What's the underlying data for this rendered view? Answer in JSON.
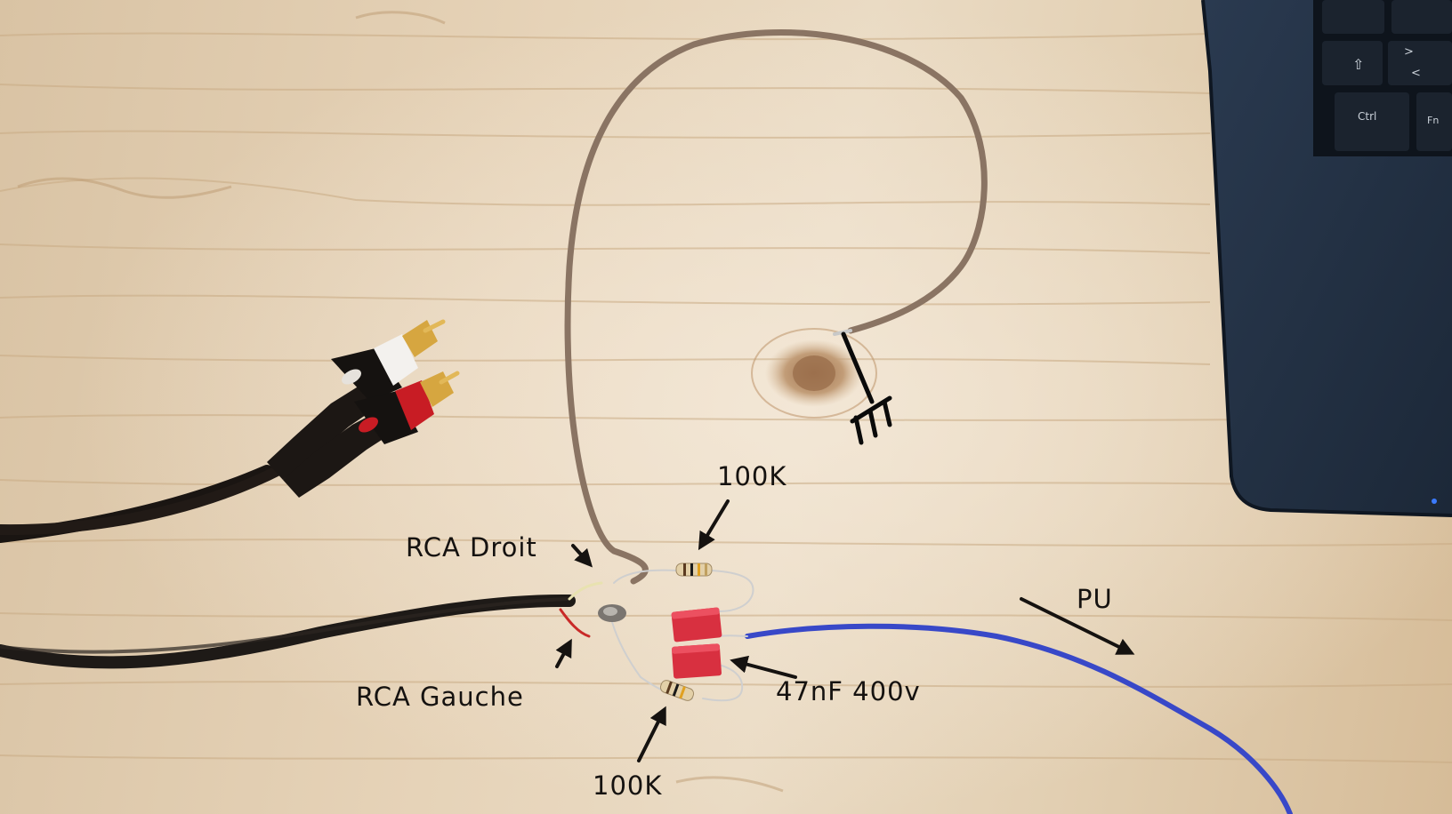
{
  "annotations": {
    "rca_droit": "RCA Droit",
    "rca_gauche": "RCA Gauche",
    "resistor_top": "100K",
    "resistor_bottom": "100K",
    "capacitor": "47nF 400v",
    "pu": "PU"
  },
  "keyboard_keys": {
    "up_arrow": "⇧",
    "ctrl": "Ctrl",
    "fn": "Fn",
    "greater": ">",
    "less": "<"
  },
  "colors": {
    "wood_light": "#eadbc4",
    "wood_dark": "#c9ab84",
    "laptop": "#243447",
    "brown_wire": "#8a7463",
    "blue_wire": "#3848c8",
    "capacitor_red": "#d83040",
    "rca_red": "#c81c24",
    "gold": "#d6a640",
    "annotation_black": "#151210"
  }
}
